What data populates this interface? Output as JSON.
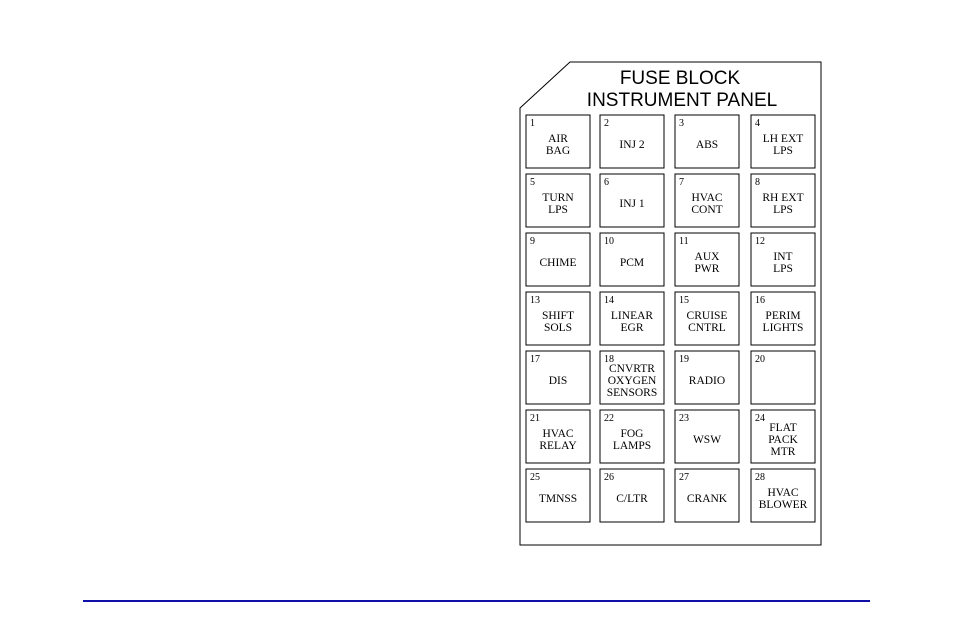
{
  "title": {
    "line1": "FUSE BLOCK",
    "line2": "INSTRUMENT PANEL"
  },
  "fuses": [
    {
      "num": "1",
      "label": [
        "AIR",
        "BAG"
      ]
    },
    {
      "num": "2",
      "label": [
        "INJ 2"
      ]
    },
    {
      "num": "3",
      "label": [
        "ABS"
      ]
    },
    {
      "num": "4",
      "label": [
        "LH EXT",
        "LPS"
      ]
    },
    {
      "num": "5",
      "label": [
        "TURN",
        "LPS"
      ]
    },
    {
      "num": "6",
      "label": [
        "INJ 1"
      ]
    },
    {
      "num": "7",
      "label": [
        "HVAC",
        "CONT"
      ]
    },
    {
      "num": "8",
      "label": [
        "RH EXT",
        "LPS"
      ]
    },
    {
      "num": "9",
      "label": [
        "CHIME"
      ]
    },
    {
      "num": "10",
      "label": [
        "PCM"
      ]
    },
    {
      "num": "11",
      "label": [
        "AUX",
        "PWR"
      ]
    },
    {
      "num": "12",
      "label": [
        "INT",
        "LPS"
      ]
    },
    {
      "num": "13",
      "label": [
        "SHIFT",
        "SOLS"
      ]
    },
    {
      "num": "14",
      "label": [
        "LINEAR",
        "EGR"
      ]
    },
    {
      "num": "15",
      "label": [
        "CRUISE",
        "CNTRL"
      ]
    },
    {
      "num": "16",
      "label": [
        "PERIM",
        "LIGHTS"
      ]
    },
    {
      "num": "17",
      "label": [
        "DIS"
      ]
    },
    {
      "num": "18",
      "label": [
        "CNVRTR",
        "OXYGEN",
        "SENSORS"
      ]
    },
    {
      "num": "19",
      "label": [
        "RADIO"
      ]
    },
    {
      "num": "20",
      "label": []
    },
    {
      "num": "21",
      "label": [
        "HVAC",
        "RELAY"
      ]
    },
    {
      "num": "22",
      "label": [
        "FOG",
        "LAMPS"
      ]
    },
    {
      "num": "23",
      "label": [
        "WSW"
      ]
    },
    {
      "num": "24",
      "label": [
        "FLAT",
        "PACK",
        "MTR"
      ]
    },
    {
      "num": "25",
      "label": [
        "TMNSS"
      ]
    },
    {
      "num": "26",
      "label": [
        "C/LTR"
      ]
    },
    {
      "num": "27",
      "label": [
        "CRANK"
      ]
    },
    {
      "num": "28",
      "label": [
        "HVAC",
        "BLOWER"
      ]
    }
  ],
  "colors": {
    "outline": "#000000",
    "footer_rule": "#1010a8"
  }
}
